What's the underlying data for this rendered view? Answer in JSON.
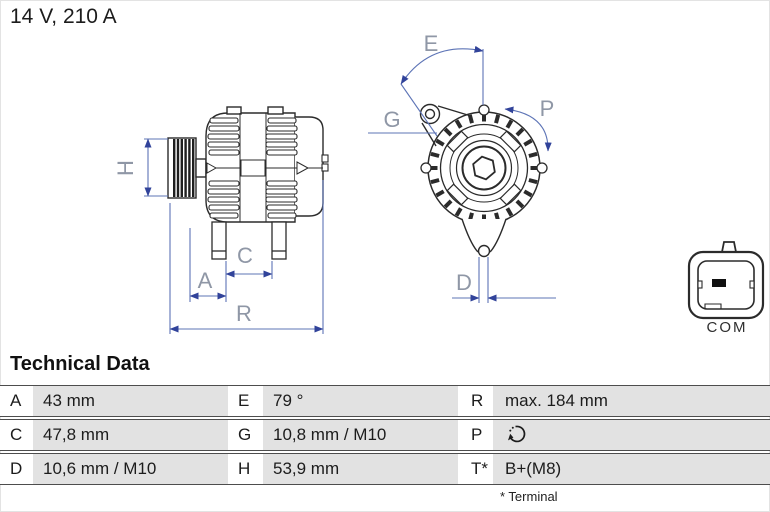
{
  "header": {
    "rating": "14 V, 210 A"
  },
  "diagram": {
    "dimension_labels": {
      "H": "H",
      "A": "A",
      "C": "C",
      "R": "R",
      "E": "E",
      "G": "G",
      "P": "P",
      "D": "D"
    },
    "connector_label": "COM",
    "colors": {
      "dimension_line": "#5d74b6",
      "dimension_arrow": "#31439a",
      "dimension_label": "#8f97a6",
      "outline": "#2b2b2b"
    }
  },
  "technical_data": {
    "title": "Technical Data",
    "rows": [
      [
        {
          "label": "A",
          "value": "43 mm"
        },
        {
          "label": "E",
          "value": "79 °"
        },
        {
          "label": "R",
          "value": "max. 184 mm"
        }
      ],
      [
        {
          "label": "C",
          "value": "47,8 mm"
        },
        {
          "label": "G",
          "value": "10,8 mm / M10"
        },
        {
          "label": "P",
          "value": "",
          "icon": "rotation-clockwise"
        }
      ],
      [
        {
          "label": "D",
          "value": "10,6 mm / M10"
        },
        {
          "label": "H",
          "value": "53,9 mm"
        },
        {
          "label": "T*",
          "value": "B+(M8)"
        }
      ]
    ],
    "footnote": "* Terminal"
  }
}
